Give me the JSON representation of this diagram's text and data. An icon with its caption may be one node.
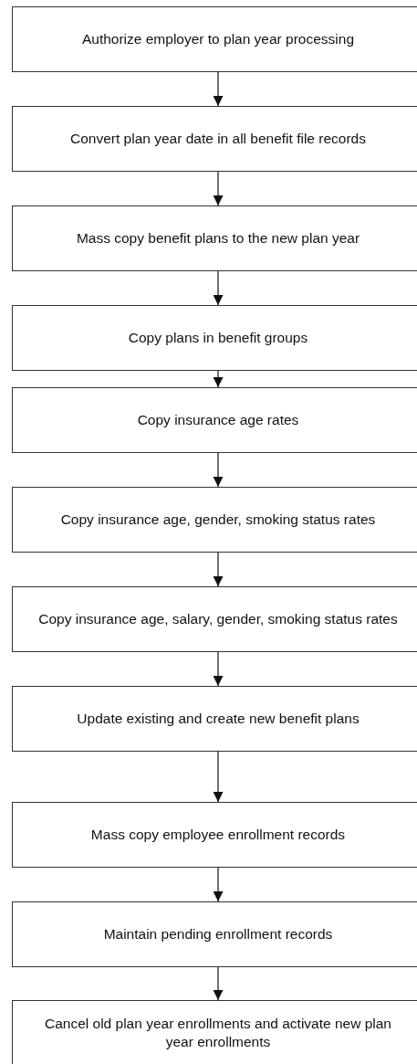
{
  "diagram": {
    "nodes": [
      {
        "text": [
          "Authorize employer to plan year processing"
        ]
      },
      {
        "text": [
          "Convert plan year date in all benefit file records"
        ]
      },
      {
        "text": [
          "Mass copy benefit plans to the new plan year"
        ]
      },
      {
        "text": [
          "Copy plans in benefit groups"
        ]
      },
      {
        "text": [
          "Copy insurance age rates"
        ]
      },
      {
        "text": [
          "Copy insurance age, gender, smoking status rates"
        ]
      },
      {
        "text": [
          "Copy insurance age, salary, gender, smoking status rates"
        ]
      },
      {
        "text": [
          "Update existing and create new benefit plans"
        ]
      },
      {
        "text": [
          "Mass copy employee enrollment records"
        ]
      },
      {
        "text": [
          "Maintain pending enrollment records"
        ]
      },
      {
        "text": [
          "Cancel old plan year enrollments and activate new plan year enrollments"
        ]
      }
    ],
    "edges": [
      {
        "from": 0,
        "to": 1,
        "arrow": "to"
      },
      {
        "from": 1,
        "to": 2,
        "arrow": "to"
      },
      {
        "from": 2,
        "to": 3,
        "arrow": "to"
      },
      {
        "from": 3,
        "to": 4,
        "arrow": "to"
      },
      {
        "from": 4,
        "to": 5,
        "arrow": "to"
      },
      {
        "from": 5,
        "to": 6,
        "arrow": "to"
      },
      {
        "from": 6,
        "to": 7,
        "arrow": "to"
      },
      {
        "from": 7,
        "to": 8,
        "arrow": "to"
      },
      {
        "from": 8,
        "to": 9,
        "arrow": "to"
      },
      {
        "from": 9,
        "to": 10,
        "arrow": "to"
      }
    ]
  }
}
